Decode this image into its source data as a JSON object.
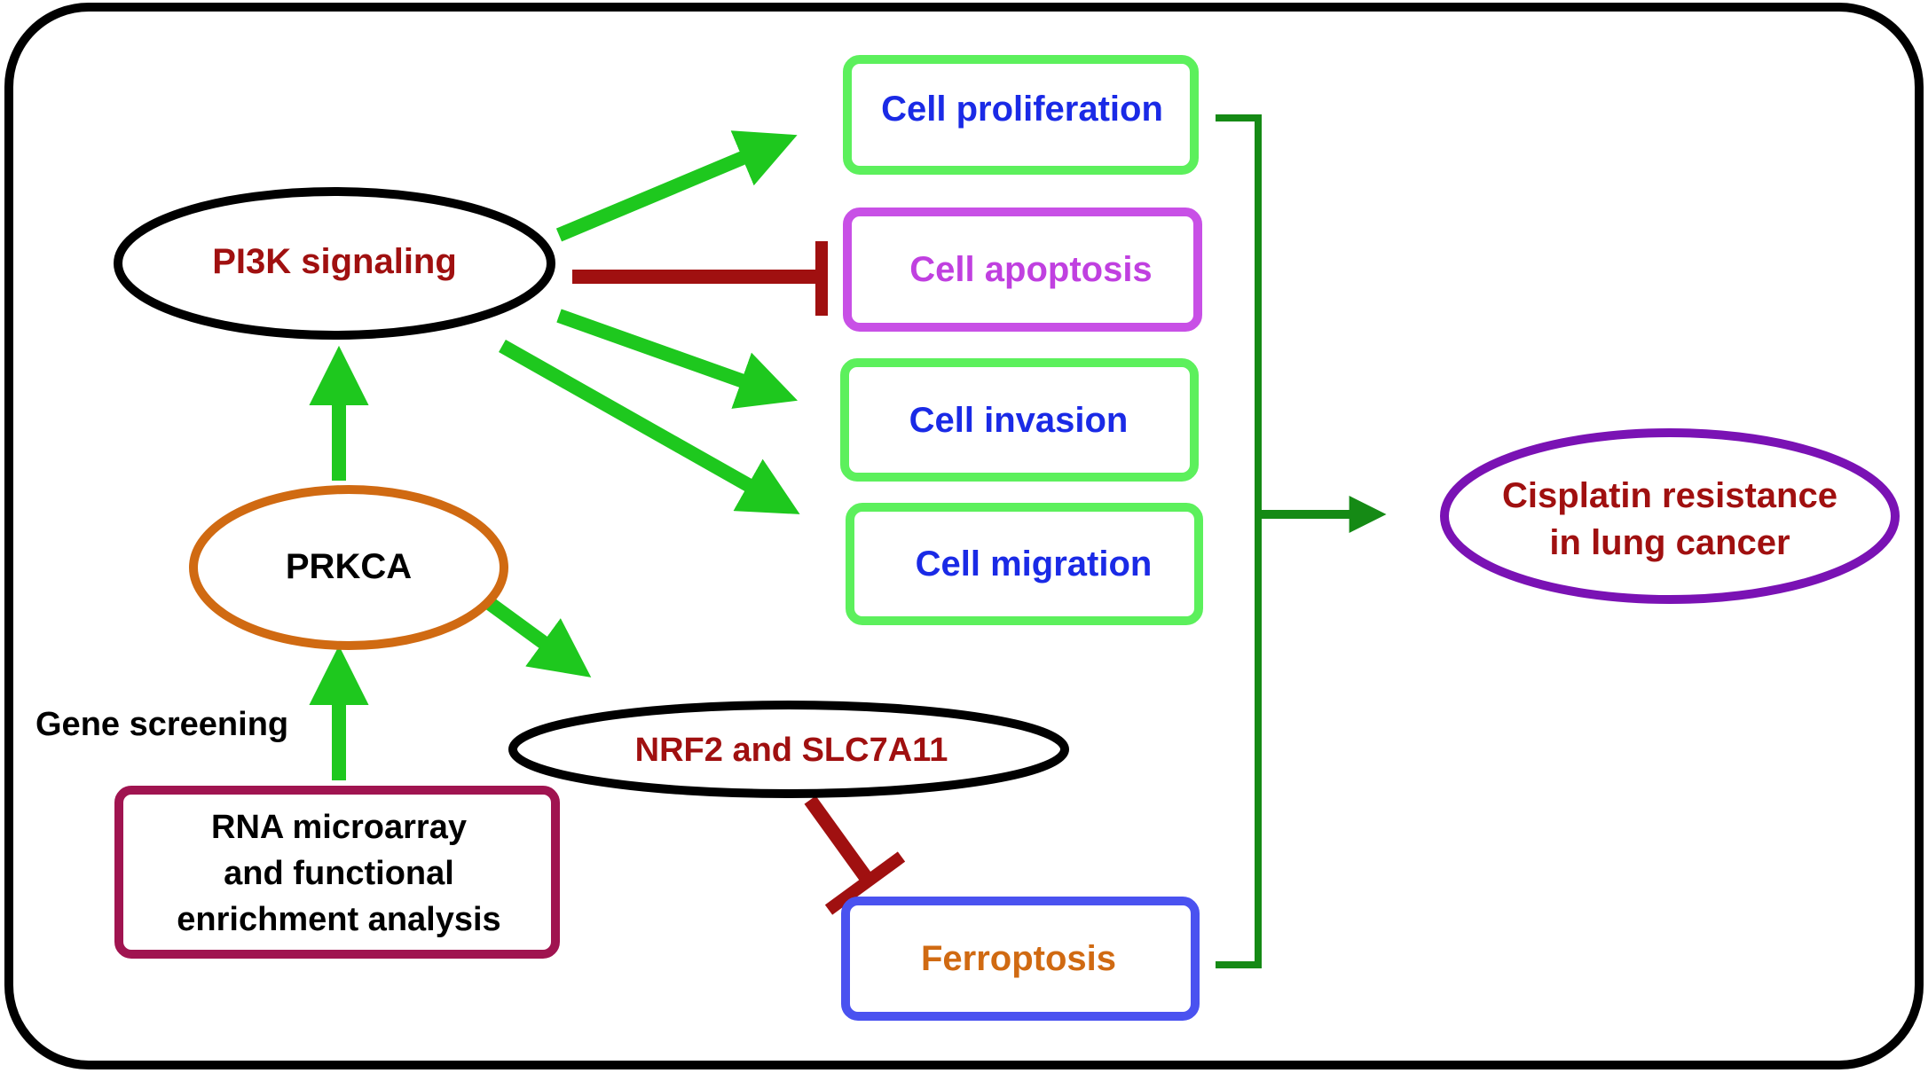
{
  "colors": {
    "frame": "#000000",
    "activation_arrow": "#1ec81e",
    "inhibition": "#a01010",
    "bracket": "#158a15",
    "box_green": "#5cf05c",
    "box_magenta": "#c850e6",
    "box_blue": "#4a52f0",
    "box_maroon": "#a01450",
    "ellipse_black": "#000000",
    "ellipse_orange": "#d06a12",
    "ellipse_purple": "#7a12b4",
    "text_blue": "#1a2ae6",
    "text_red": "#a01010",
    "text_magenta": "#c040e0",
    "text_orange": "#d06a12",
    "text_black": "#000000"
  },
  "nodes": {
    "pi3k": {
      "label": "PI3K signaling"
    },
    "prkca": {
      "label": "PRKCA"
    },
    "nrf2": {
      "label": "NRF2 and SLC7A11"
    },
    "rna": {
      "lines": [
        "RNA microarray",
        "and functional",
        "enrichment analysis"
      ]
    },
    "proliferation": {
      "label": "Cell proliferation"
    },
    "apoptosis": {
      "label": "Cell apoptosis"
    },
    "invasion": {
      "label": "Cell invasion"
    },
    "migration": {
      "label": "Cell migration"
    },
    "ferroptosis": {
      "label": "Ferroptosis"
    },
    "cisplatin": {
      "lines": [
        "Cisplatin resistance",
        "in lung cancer"
      ]
    }
  },
  "annotations": {
    "gene_screening": "Gene screening"
  },
  "edges": [
    {
      "from": "rna",
      "to": "prkca",
      "type": "activation"
    },
    {
      "from": "prkca",
      "to": "pi3k",
      "type": "activation"
    },
    {
      "from": "prkca",
      "to": "nrf2",
      "type": "activation"
    },
    {
      "from": "pi3k",
      "to": "proliferation",
      "type": "activation"
    },
    {
      "from": "pi3k",
      "to": "apoptosis",
      "type": "inhibition"
    },
    {
      "from": "pi3k",
      "to": "invasion",
      "type": "activation"
    },
    {
      "from": "pi3k",
      "to": "migration",
      "type": "activation"
    },
    {
      "from": "nrf2",
      "to": "ferroptosis",
      "type": "inhibition"
    },
    {
      "from": "outcomes",
      "to": "cisplatin",
      "type": "activation"
    }
  ]
}
